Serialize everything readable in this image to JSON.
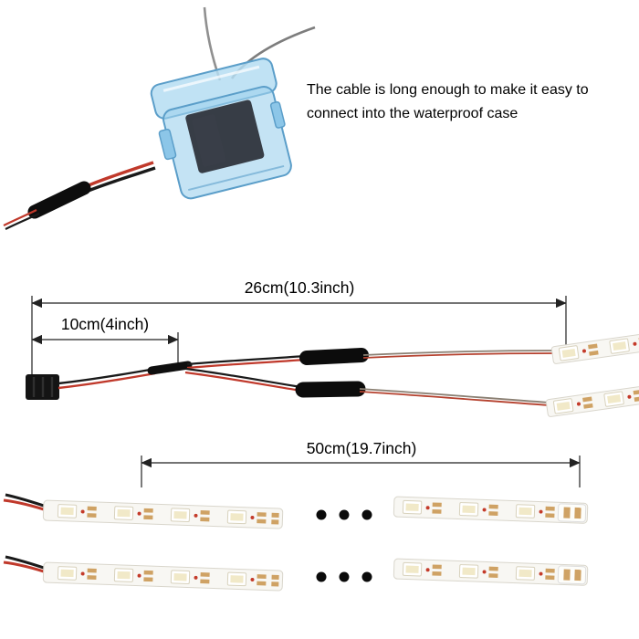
{
  "annotation": {
    "line1": "The cable is long enough to make it easy to",
    "line2": "connect into the waterproof case"
  },
  "dimensions": {
    "total_cable_length": "26cm(10.3inch)",
    "connector_lead_length": "10cm(4inch)",
    "led_strip_length": "50cm(19.7inch)"
  },
  "graphics": {
    "waterproof_case": "translucent-blue-waterproof-case-with-cable",
    "connector": "black-3pin-servo-connector",
    "splitter": "y-splitter-with-heat-shrink-tubes",
    "led_strips": "white-led-strips-with-smd-leds",
    "ellipsis_dots": "continuation-dots"
  },
  "colors": {
    "background": "#ffffff",
    "text": "#000000",
    "dimension_line": "#222222",
    "case_blue": "#9fd2ee",
    "case_outline": "#5b9ec9",
    "wire_black": "#1a1a1a",
    "wire_red": "#c0392b",
    "wire_gray": "#8a8a8a",
    "strip_body": "#f8f7f3",
    "led_chip": "#f1e9c8",
    "solder_pad": "#cfa264"
  }
}
